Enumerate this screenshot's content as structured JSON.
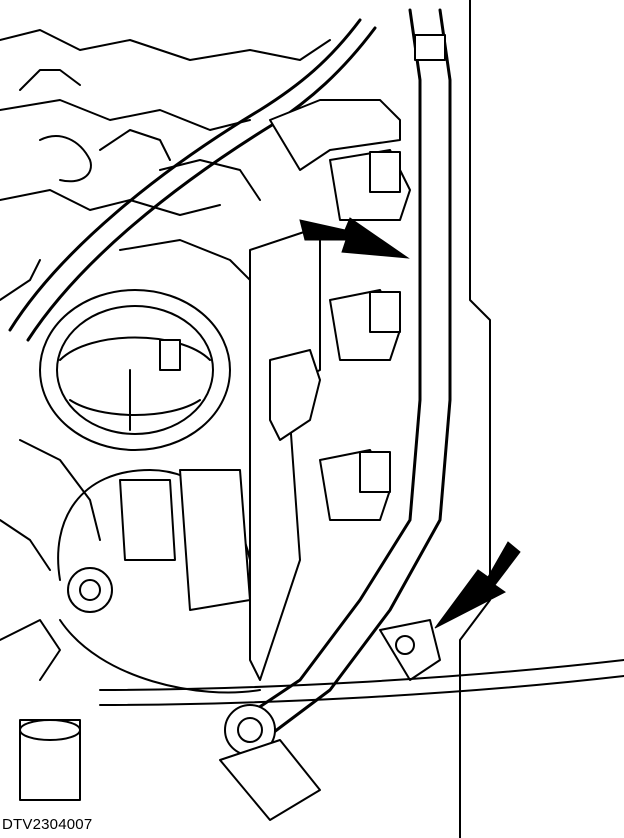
{
  "figure": {
    "code": "DTV2304007",
    "subject": "fuel-rail-and-injector-connectors",
    "callouts": [
      {
        "name": "arrow-upper",
        "icon": "arrow-icon",
        "points_to": "injector-connector-upper"
      },
      {
        "name": "arrow-lower",
        "icon": "arrow-icon",
        "points_to": "fuel-rail-bolt"
      }
    ],
    "colors": {
      "ink": "#000000",
      "paper": "#ffffff"
    }
  }
}
